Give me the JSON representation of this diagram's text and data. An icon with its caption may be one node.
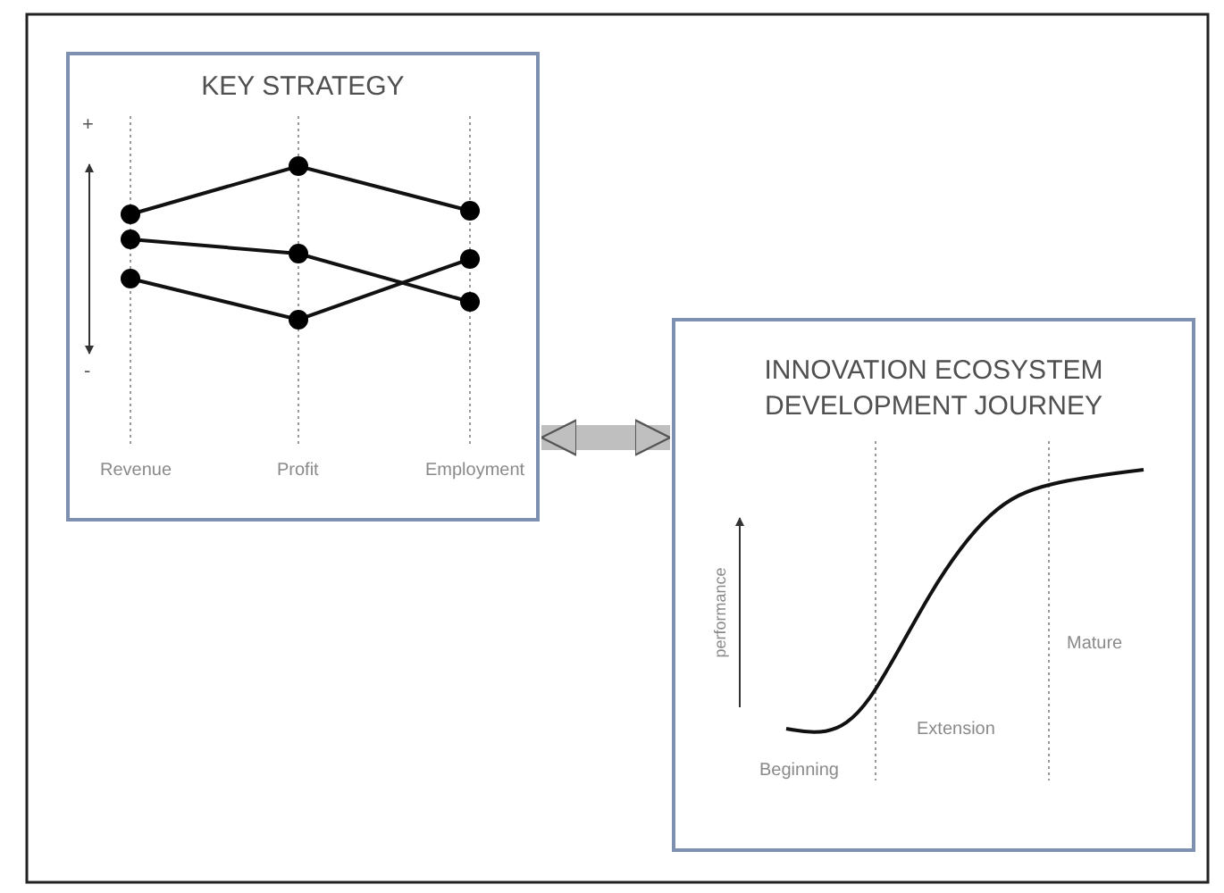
{
  "diagram": {
    "nodes": [
      {
        "text": [
          "KEY STRATEGY"
        ]
      },
      {
        "text": [
          "INNOVATION ECOSYSTEM DEVELOPMENT JOURNEY"
        ]
      }
    ],
    "edges": [
      {
        "from": 0,
        "to": 1,
        "arrow": "both"
      }
    ],
    "labels": [
      "+",
      "-",
      "Revenue",
      "Profit",
      "Employment",
      "performance",
      "Beginning",
      "Extension",
      "Mature"
    ]
  }
}
